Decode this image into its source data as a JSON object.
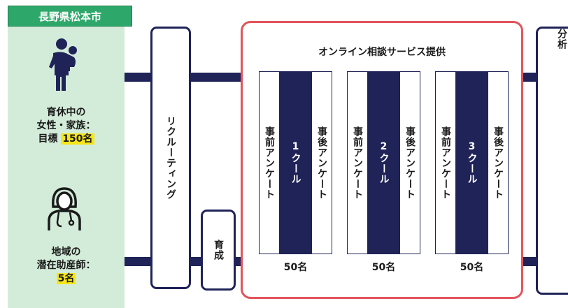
{
  "header": {
    "title": "長野県松本市"
  },
  "left_panel": {
    "group1": {
      "line1": "育休中の",
      "line2": "女性・家族：",
      "target_prefix": "目標",
      "target_value": "150名"
    },
    "group2": {
      "line1": "地域の",
      "line2": "潜在助産師：",
      "target_value": "5名"
    },
    "icons": [
      "mother-child-icon",
      "midwife-icon"
    ]
  },
  "stages": {
    "recruiting": "リクルーティング",
    "training": "育成",
    "analysis": "分析"
  },
  "service": {
    "title": "オンライン相談サービス提供",
    "cours": [
      {
        "pre": "事前アンケート",
        "cour": "1クール",
        "post": "事後アンケート",
        "count": "50名"
      },
      {
        "pre": "事前アンケート",
        "cour": "2クール",
        "post": "事後アンケート",
        "count": "50名"
      },
      {
        "pre": "事前アンケート",
        "cour": "3クール",
        "post": "事後アンケート",
        "count": "50名"
      }
    ]
  },
  "colors": {
    "green": "#2ea86a",
    "panel": "#d3ecd9",
    "navy": "#1f2358",
    "red": "#e2545b",
    "highlight": "#f5e61a"
  }
}
